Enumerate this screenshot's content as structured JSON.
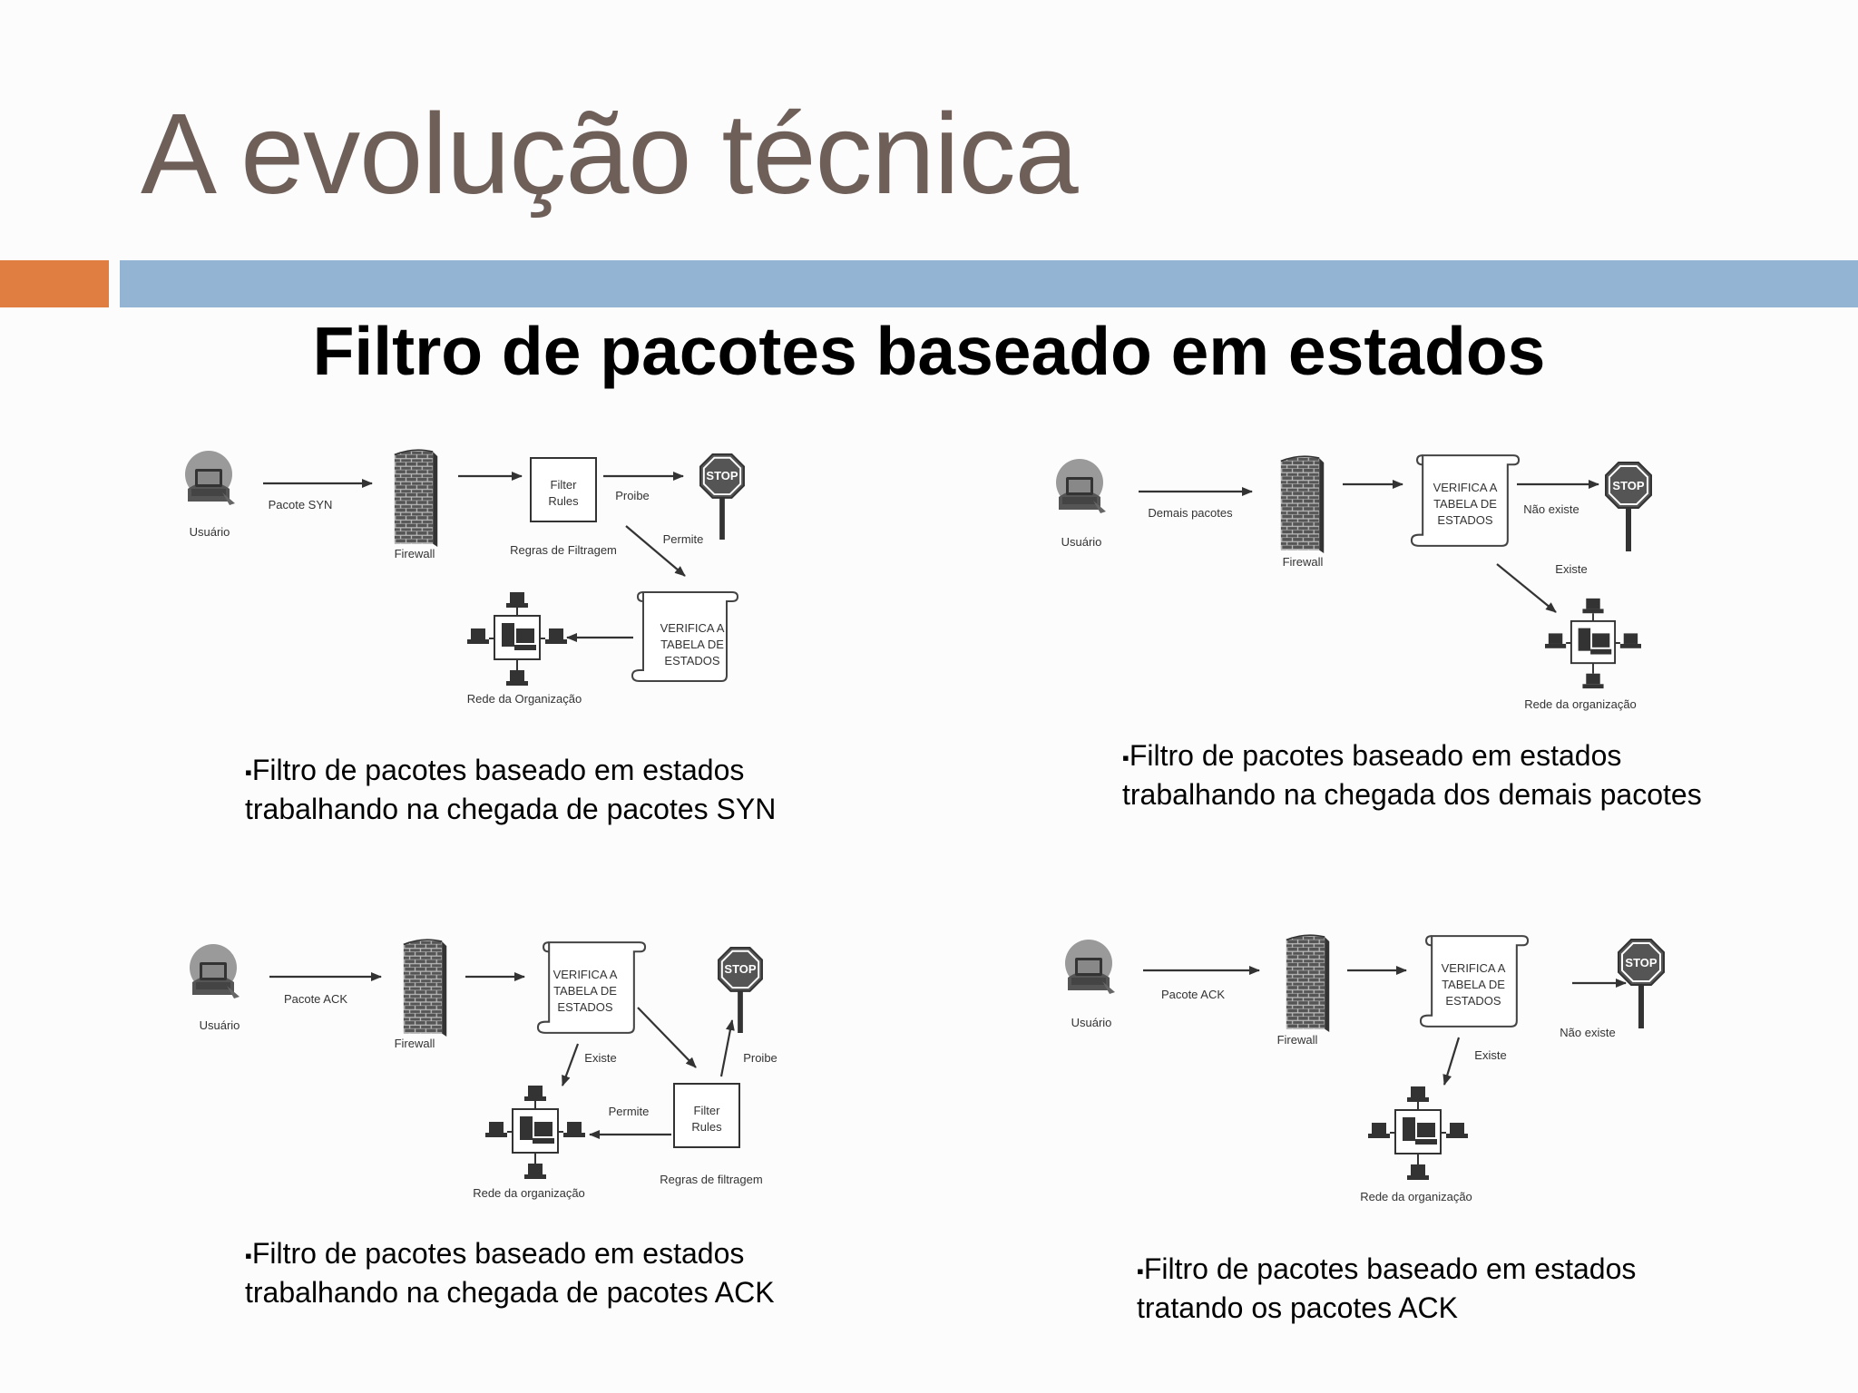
{
  "slide": {
    "title": "A evolução técnica",
    "subtitle": "Filtro de pacotes baseado em estados",
    "colors": {
      "title": "#6f5f59",
      "accent_bar": "#e07e42",
      "header_bar": "#93b5d3"
    }
  },
  "diagrams": [
    {
      "user": "Usuário",
      "packet": "Pacote SYN",
      "firewall": "Firewall",
      "filter_line1": "Filter",
      "filter_line2": "Rules",
      "filter_caption": "Regras de Filtragem",
      "deny": "Proibe",
      "allow": "Permite",
      "stop": "STOP",
      "table": [
        "VERIFICA A",
        "TABELA DE",
        "ESTADOS"
      ],
      "network": "Rede da Organização",
      "caption_line1": "Filtro de pacotes baseado em estados",
      "caption_line2": "trabalhando na chegada de pacotes SYN"
    },
    {
      "user": "Usuário",
      "packet": "Demais pacotes",
      "firewall": "Firewall",
      "table": [
        "VERIFICA A",
        "TABELA DE",
        "ESTADOS"
      ],
      "not_exists": "Não existe",
      "exists": "Existe",
      "stop": "STOP",
      "network": "Rede da organização",
      "caption_line1": "Filtro de pacotes baseado em estados",
      "caption_line2": "trabalhando na chegada dos demais pacotes"
    },
    {
      "user": "Usuário",
      "packet": "Pacote ACK",
      "firewall": "Firewall",
      "table": [
        "VERIFICA A",
        "TABELA DE",
        "ESTADOS"
      ],
      "exists": "Existe",
      "deny": "Proibe",
      "allow": "Permite",
      "stop": "STOP",
      "filter_line1": "Filter",
      "filter_line2": "Rules",
      "filter_caption": "Regras de filtragem",
      "network": "Rede da organização",
      "caption_line1": "Filtro de pacotes baseado em estados",
      "caption_line2": "trabalhando na chegada de pacotes ACK"
    },
    {
      "user": "Usuário",
      "packet": "Pacote ACK",
      "firewall": "Firewall",
      "table": [
        "VERIFICA A",
        "TABELA DE",
        "ESTADOS"
      ],
      "not_exists": "Não existe",
      "exists": "Existe",
      "stop": "STOP",
      "network": "Rede da organização",
      "caption_line1": "Filtro de pacotes baseado em estados",
      "caption_line2": "tratando os pacotes ACK"
    }
  ]
}
